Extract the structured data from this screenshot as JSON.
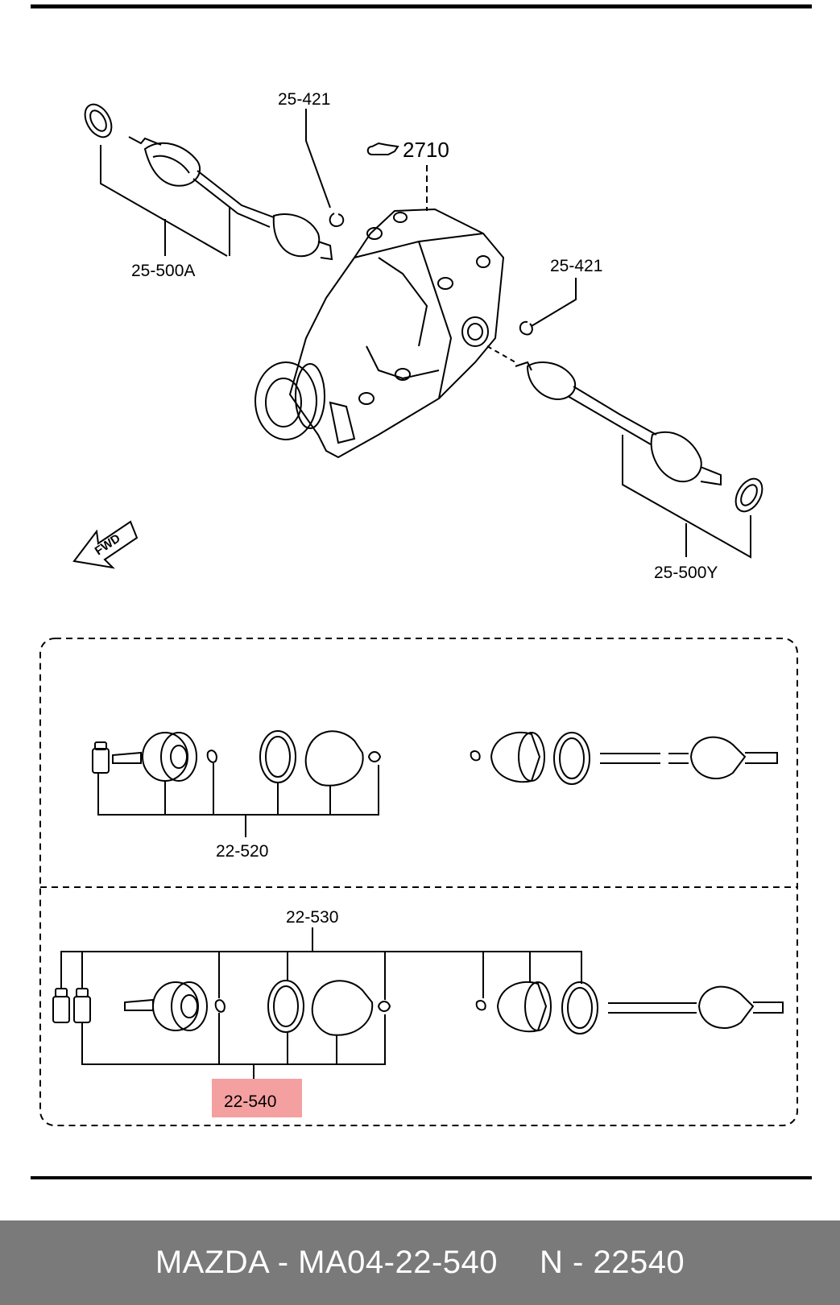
{
  "diagram": {
    "labels": {
      "left_circlip": "25-421",
      "right_circlip": "25-421",
      "reference": "2710",
      "left_shaft": "25-500A",
      "right_shaft": "25-500Y",
      "fwd": "FWD",
      "kit_upper": "22-520",
      "kit_lower_top": "22-530",
      "kit_lower_highlight": "22-540"
    },
    "highlight_color": "#f4a0a0"
  },
  "footer": {
    "part_code": "MAZDA - MA04-22-540",
    "oem_number": "N - 22540"
  }
}
